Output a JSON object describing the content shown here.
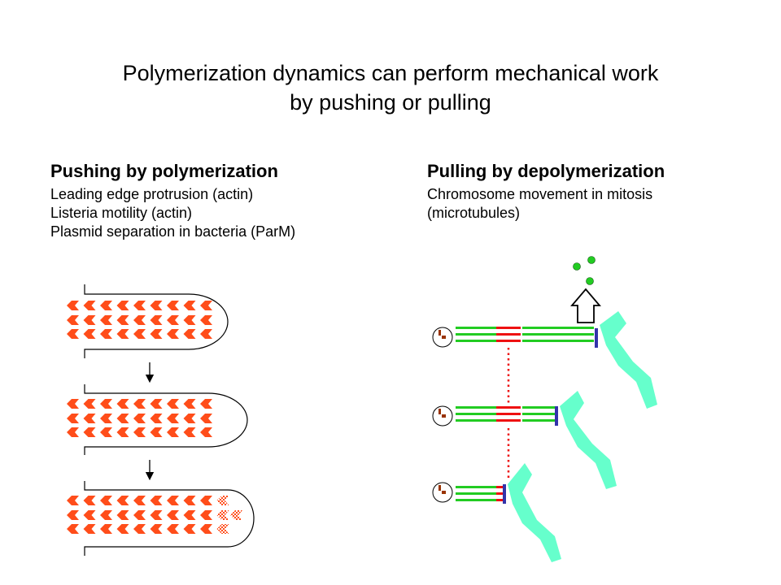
{
  "title": {
    "line1": "Polymerization dynamics can perform mechanical work",
    "line2": "by pushing or pulling"
  },
  "pushing": {
    "heading": "Pushing by polymerization",
    "examples": [
      "Leading edge protrusion (actin)",
      "Listeria motility (actin)",
      "Plasmid separation in bacteria (ParM)"
    ]
  },
  "pulling": {
    "heading": "Pulling by depolymerization",
    "examples": [
      "Chromosome movement in mitosis",
      "(microtubules)"
    ]
  },
  "colors": {
    "actin_subunit": "#ff4d1a",
    "microtubule": "#22cc22",
    "stable_segment": "#ee1111",
    "kinetochore_bar": "#3333aa",
    "chromosome": "#66ffcc",
    "free_subunit": "#22cc22",
    "centrosome_mark": "#993300"
  }
}
